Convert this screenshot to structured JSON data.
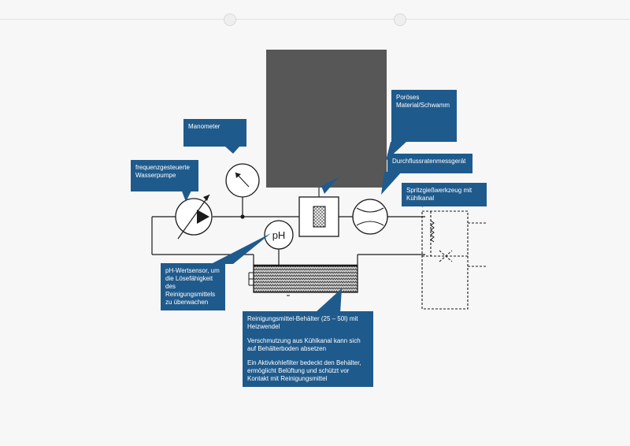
{
  "diagram": {
    "labels": {
      "pump": "frequenzgesteuerte Wasserpumpe",
      "manometer": "Manometer",
      "porous": "Poröses Material/Schwamm",
      "flowmeter": "Durchflussratenmessgerät",
      "mold": "Spritzgießwerkzeug mit Kühlkanal",
      "ph_sensor": "pH-Wertsensor, um die Lösefähigkeit des Reinigungsmittels zu überwachen",
      "tank_line1": "Reinigungsmittel-Behälter (25 – 50l) mit Heizwendel",
      "tank_line2": "Verschmutzung aus Kühlkanal kann sich auf Behälterboden absetzen",
      "tank_line3": "Ein Aktivkohlefilter bedeckt den Behälter, ermöglicht Belüftung und schützt vor Kontakt mit Reinigungsmittel"
    },
    "symbols": {
      "ph": "pH"
    },
    "colors": {
      "callout": "#1f5a8c",
      "line": "#1a1a1a",
      "dark_block": "#575757",
      "paper": "#f7f7f7"
    }
  }
}
